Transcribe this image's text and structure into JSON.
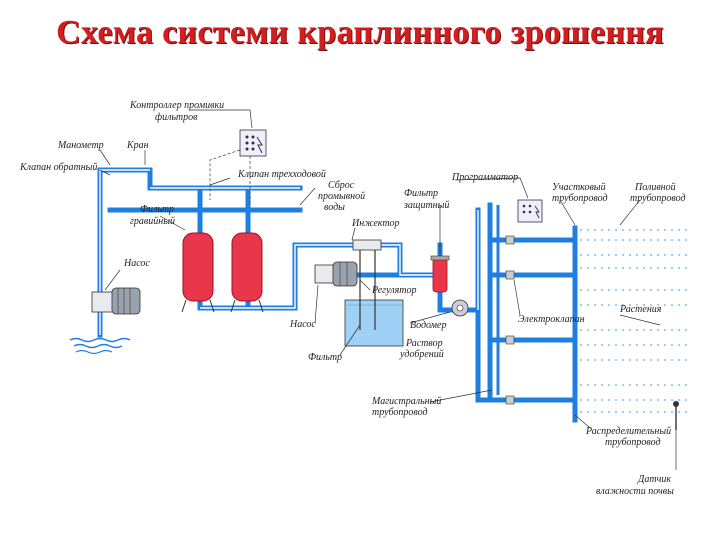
{
  "title": "Схема системи краплинного зрошення",
  "labels": {
    "controller": "Контроллер промивки",
    "controller2": "фильтров",
    "manometer": "Манометр",
    "tap": "Кран",
    "check_valve": "Клапан обратный",
    "three_way": "Клапан трехходовой",
    "flush1": "Сброс",
    "flush2": "промывной",
    "flush3": "воды",
    "gravel1": "Фильтр",
    "gravel2": "гравийный",
    "pump1": "Насос",
    "injector": "Инжектор",
    "regulator": "Регулятор",
    "pump2": "Насос",
    "filter_bottom": "Фильтр",
    "water_meter": "Водомер",
    "solution1": "Раствор",
    "solution2": "удобрений",
    "prot_filter1": "Фильтр",
    "prot_filter2": "защитный",
    "programmer": "Программатор",
    "section_pipe1": "Участковый",
    "section_pipe2": "трубопровод",
    "irrig_pipe1": "Поливной",
    "irrig_pipe2": "трубопровод",
    "solenoid": "Электроклапан",
    "plants": "Растения",
    "main_pipe1": "Магистральный",
    "main_pipe2": "трубопровод",
    "dist_pipe1": "Распределительный",
    "dist_pipe2": "трубопровод",
    "sensor1": "Датчик",
    "sensor2": "влажности почвы"
  },
  "colors": {
    "title": "#d21e1e",
    "pipe": "#1e7fe0",
    "tank": "#e8364a",
    "water": "#9fd0f5"
  }
}
